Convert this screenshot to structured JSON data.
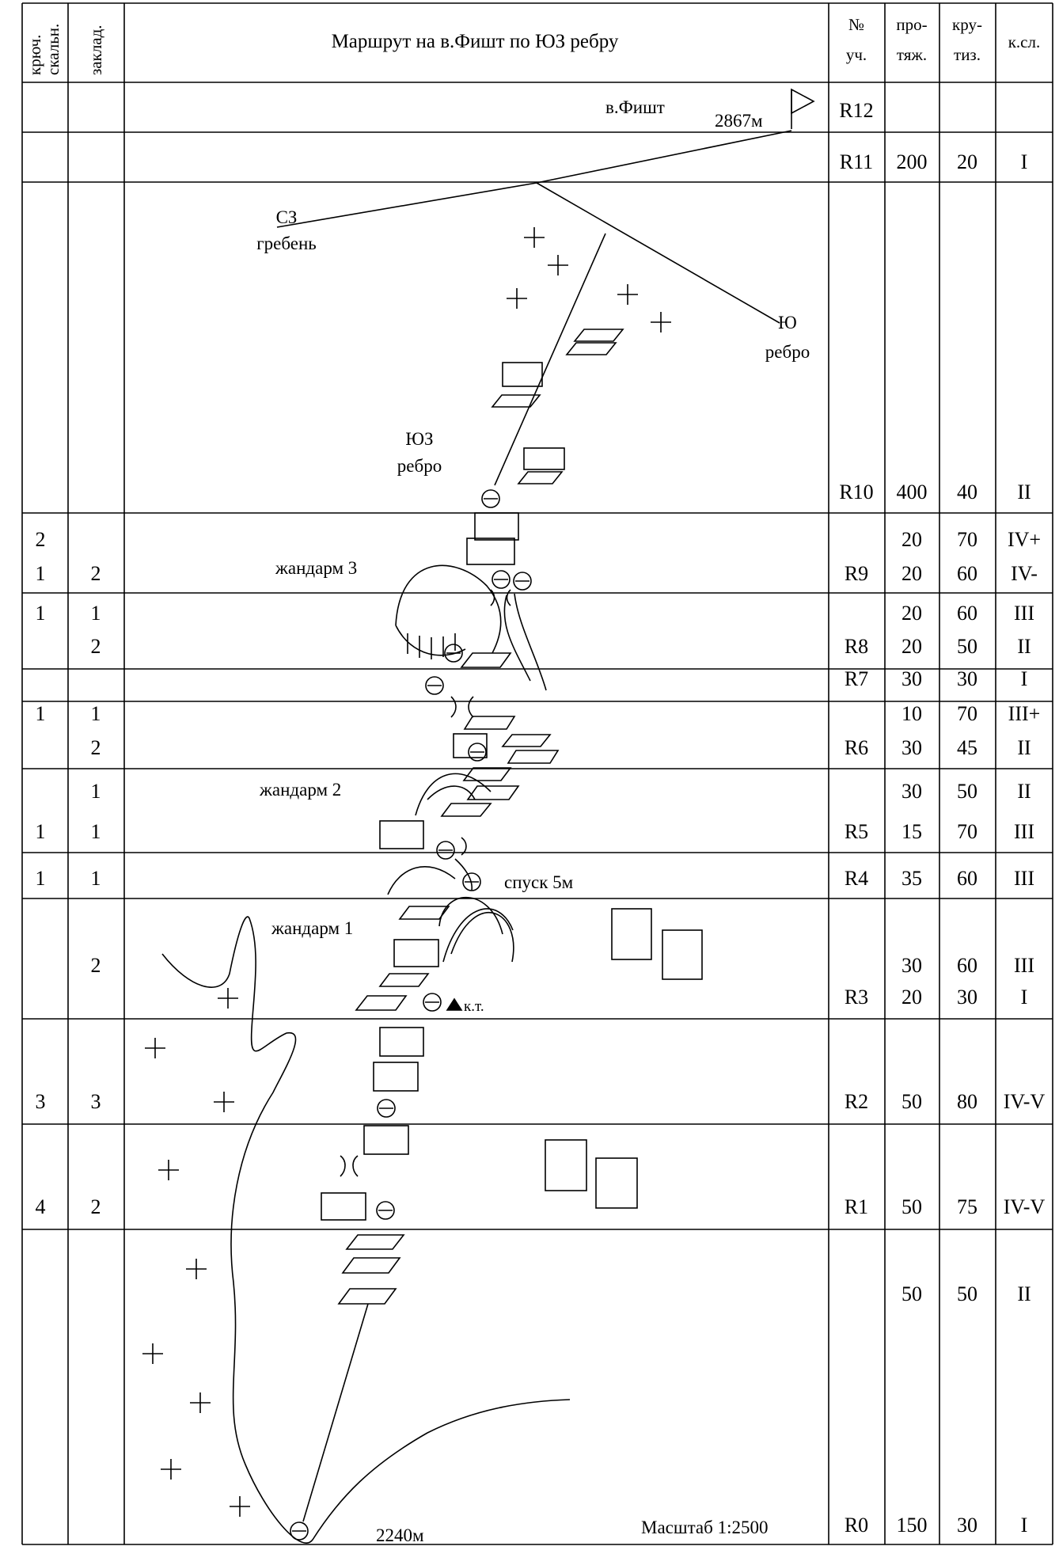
{
  "header": {
    "col_pitons": "крюч. скальн.",
    "col_pitons_l1": "крюч.",
    "col_pitons_l2": "скальн.",
    "col_nuts": "заклад.",
    "title": "Маршрут на в.Фишт по ЮЗ ребру",
    "col_section": "№ уч.",
    "col_section_l1": "№",
    "col_section_l2": "уч.",
    "col_length": "про- тяж.",
    "col_length_l1": "про-",
    "col_length_l2": "тяж.",
    "col_slope": "кру- тиз.",
    "col_slope_l1": "кру-",
    "col_slope_l2": "тиз.",
    "col_category": "к.сл."
  },
  "rows": [
    {
      "pitons": "",
      "nuts": "",
      "section": "R12",
      "length": "",
      "slope": "",
      "category": ""
    },
    {
      "pitons": "",
      "nuts": "",
      "section": "R11",
      "length": "200",
      "slope": "20",
      "category": "I"
    },
    {
      "pitons": "",
      "nuts": "",
      "section": "R10",
      "length": "400",
      "slope": "40",
      "category": "II"
    },
    {
      "pitons": "2",
      "nuts": "",
      "section": "",
      "length": "20",
      "slope": "70",
      "category": "IV+"
    },
    {
      "pitons": "1",
      "nuts": "2",
      "section": "R9",
      "length": "20",
      "slope": "60",
      "category": "IV-"
    },
    {
      "pitons": "1",
      "nuts": "1",
      "section": "",
      "length": "20",
      "slope": "60",
      "category": "III"
    },
    {
      "pitons": "",
      "nuts": "2",
      "section": "R8",
      "length": "20",
      "slope": "50",
      "category": "II"
    },
    {
      "pitons": "",
      "nuts": "",
      "section": "R7",
      "length": "30",
      "slope": "30",
      "category": "I"
    },
    {
      "pitons": "1",
      "nuts": "1",
      "section": "",
      "length": "10",
      "slope": "70",
      "category": "III+"
    },
    {
      "pitons": "",
      "nuts": "2",
      "section": "R6",
      "length": "30",
      "slope": "45",
      "category": "II"
    },
    {
      "pitons": "",
      "nuts": "1",
      "section": "",
      "length": "30",
      "slope": "50",
      "category": "II"
    },
    {
      "pitons": "1",
      "nuts": "1",
      "section": "R5",
      "length": "15",
      "slope": "70",
      "category": "III"
    },
    {
      "pitons": "1",
      "nuts": "1",
      "section": "R4",
      "length": "35",
      "slope": "60",
      "category": "III"
    },
    {
      "pitons": "",
      "nuts": "2",
      "section": "",
      "length": "30",
      "slope": "60",
      "category": "III"
    },
    {
      "pitons": "",
      "nuts": "",
      "section": "R3",
      "length": "20",
      "slope": "30",
      "category": "I"
    },
    {
      "pitons": "3",
      "nuts": "3",
      "section": "R2",
      "length": "50",
      "slope": "80",
      "category": "IV-V"
    },
    {
      "pitons": "4",
      "nuts": "2",
      "section": "R1",
      "length": "50",
      "slope": "75",
      "category": "IV-V"
    },
    {
      "pitons": "",
      "nuts": "",
      "section": "",
      "length": "50",
      "slope": "50",
      "category": "II"
    },
    {
      "pitons": "",
      "nuts": "",
      "section": "R0",
      "length": "150",
      "slope": "30",
      "category": "I"
    }
  ],
  "labels": {
    "summit": "в.Фишт",
    "summit_alt": "2867м",
    "nw_ridge_1": "СЗ",
    "nw_ridge_2": "гребень",
    "s_rib_1": "Ю",
    "s_rib_2": "ребро",
    "sw_rib_1": "ЮЗ",
    "sw_rib_2": "ребро",
    "gendarme3": "жандарм 3",
    "gendarme2": "жандарм 2",
    "gendarme1": "жандарм 1",
    "descent": "спуск 5м",
    "control_point": "к.т.",
    "base_alt": "2240м",
    "scale": "Масштаб 1:2500"
  }
}
